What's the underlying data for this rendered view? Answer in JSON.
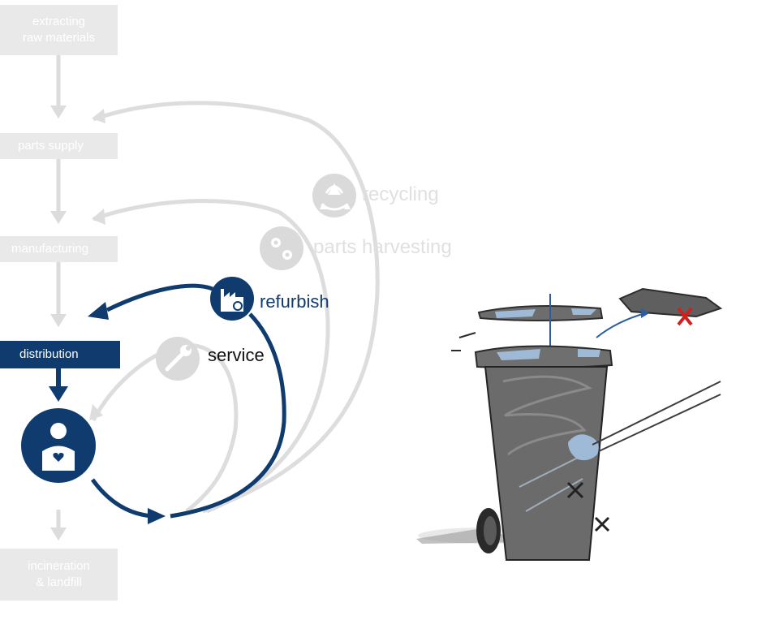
{
  "stages": {
    "extracting": "extracting\nraw  materials",
    "parts_supply": "parts supply",
    "manufacturing": "manufacturing",
    "distribution": "distribution",
    "user": "user",
    "end_of_life": "incineration\n& landfill"
  },
  "loops": {
    "recycling": "recycling",
    "parts_harvesting": "parts harvesting",
    "refurbish": "refurbish",
    "service": "service"
  },
  "icons": {
    "recycling": "recycle-icon",
    "parts_harvesting": "gears-icon",
    "refurbish": "factory-icon",
    "service": "wrench-icon",
    "user": "user-heart-icon"
  },
  "colors": {
    "active": "#0f3b6f",
    "muted": "#e9e9e9",
    "arrow_muted": "#dcdcdc"
  }
}
